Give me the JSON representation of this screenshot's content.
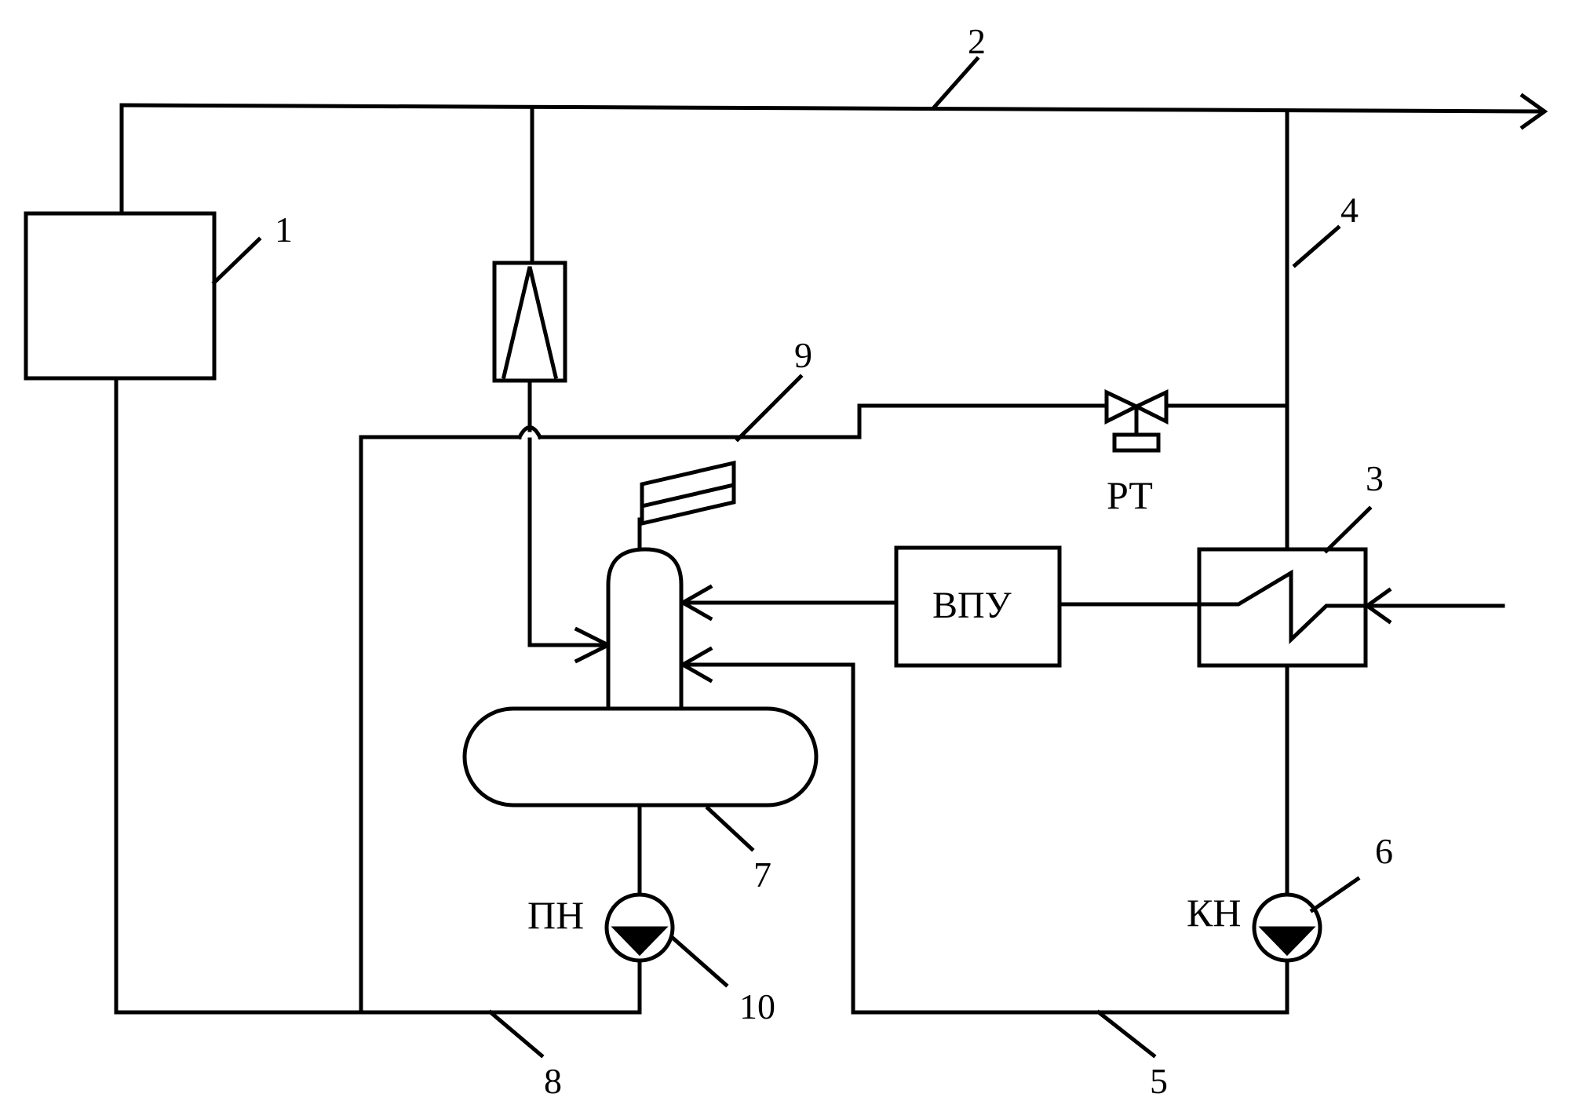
{
  "diagram": {
    "callouts": {
      "n1": "1",
      "n2": "2",
      "n3": "3",
      "n4": "4",
      "n5": "5",
      "n6": "6",
      "n7": "7",
      "n8": "8",
      "n9": "9",
      "n10": "10"
    },
    "labels": {
      "regulator": "РТ",
      "water_treatment": "ВПУ",
      "feed_pump": "ПН",
      "condensate_pump": "КН"
    },
    "colors": {
      "line": "#000000",
      "background": "#ffffff"
    }
  }
}
